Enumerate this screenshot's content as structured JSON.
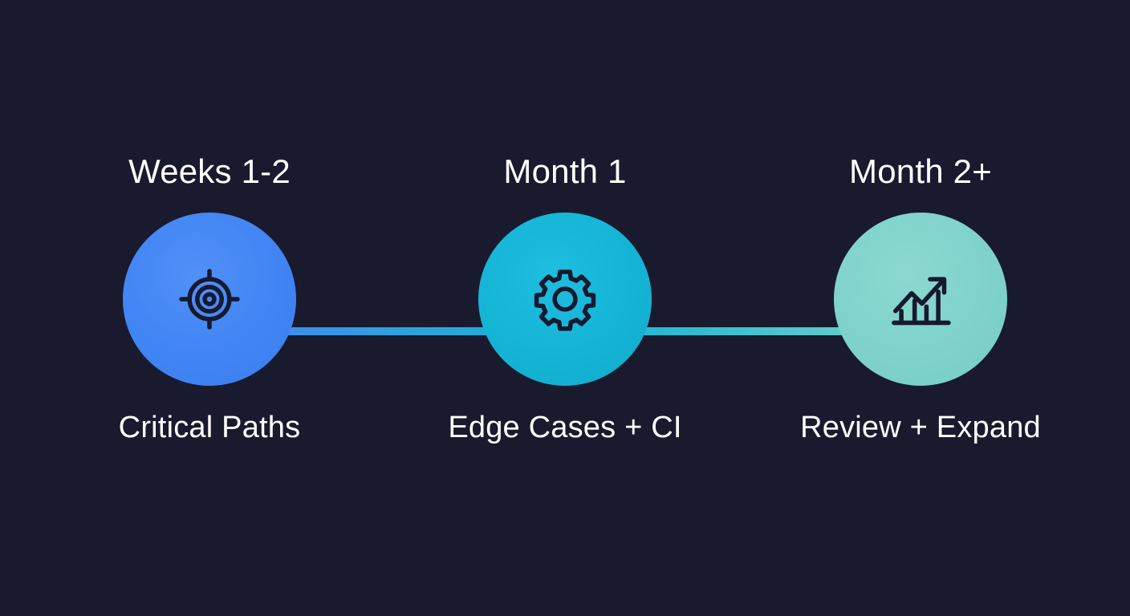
{
  "diagram": {
    "type": "horizontal-timeline",
    "background_color": "#191a2e",
    "text_color": "#ffffff",
    "icon_stroke_color": "#17192e",
    "stages": [
      {
        "period": "Weeks 1-2",
        "caption": "Critical Paths",
        "icon": "target-crosshair-icon",
        "color": "#4285f4"
      },
      {
        "period": "Month 1",
        "caption": "Edge Cases + CI",
        "icon": "gear-icon",
        "color": "#15b5d6"
      },
      {
        "period": "Month 2+",
        "caption": "Review + Expand",
        "icon": "trending-up-chart-icon",
        "color": "#7fd3ca"
      }
    ],
    "connectors": [
      {
        "from_color": "#4285f4",
        "to_color": "#15b5d6"
      },
      {
        "from_color": "#15b5d6",
        "to_color": "#7fd3ca"
      }
    ]
  }
}
